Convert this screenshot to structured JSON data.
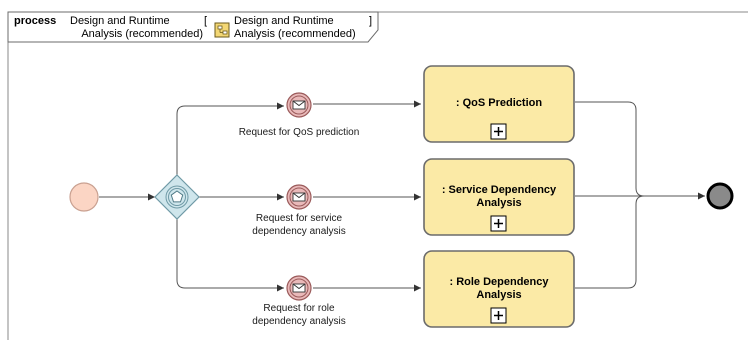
{
  "diagram": {
    "frame": {
      "keyword": "process",
      "name_line1": "Design and Runtime",
      "name_line2": "Analysis (recommended)",
      "bracket_open": "[",
      "bracket_close": "]",
      "ref_line1": "Design and Runtime",
      "ref_line2": "Analysis (recommended)",
      "ref_icon": "process-diagram-icon"
    },
    "start_event": {
      "icon": "start-event-circle"
    },
    "gateway": {
      "icon": "event-based-gateway-pentagon"
    },
    "end_event": {
      "icon": "end-event-circle"
    },
    "messages": [
      {
        "label_line1": "Request for QoS prediction",
        "label_line2": "",
        "icon": "envelope-icon"
      },
      {
        "label_line1": "Request for service",
        "label_line2": "dependency analysis",
        "icon": "envelope-icon"
      },
      {
        "label_line1": "Request for role",
        "label_line2": "dependency analysis",
        "icon": "envelope-icon"
      }
    ],
    "tasks": [
      {
        "label_line1": ": QoS Prediction",
        "label_line2": "",
        "icon": "subprocess-plus-icon"
      },
      {
        "label_line1": ": Service Dependency",
        "label_line2": "Analysis",
        "icon": "subprocess-plus-icon"
      },
      {
        "label_line1": ": Role Dependency",
        "label_line2": "Analysis",
        "icon": "subprocess-plus-icon"
      }
    ],
    "colors": {
      "start_fill": "#fbd5c4",
      "start_stroke": "#c9a090",
      "gateway_fill": "#cfe6ec",
      "gateway_stroke": "#6f9aa6",
      "message_fill": "#e9b9b9",
      "message_stroke": "#9a5a5a",
      "task_fill": "#fbeaa6",
      "task_stroke": "#6b6b6b",
      "end_fill": "#8a8a8a",
      "end_stroke": "#000000",
      "line": "#555555",
      "frame_tab": "#ffffff"
    }
  }
}
